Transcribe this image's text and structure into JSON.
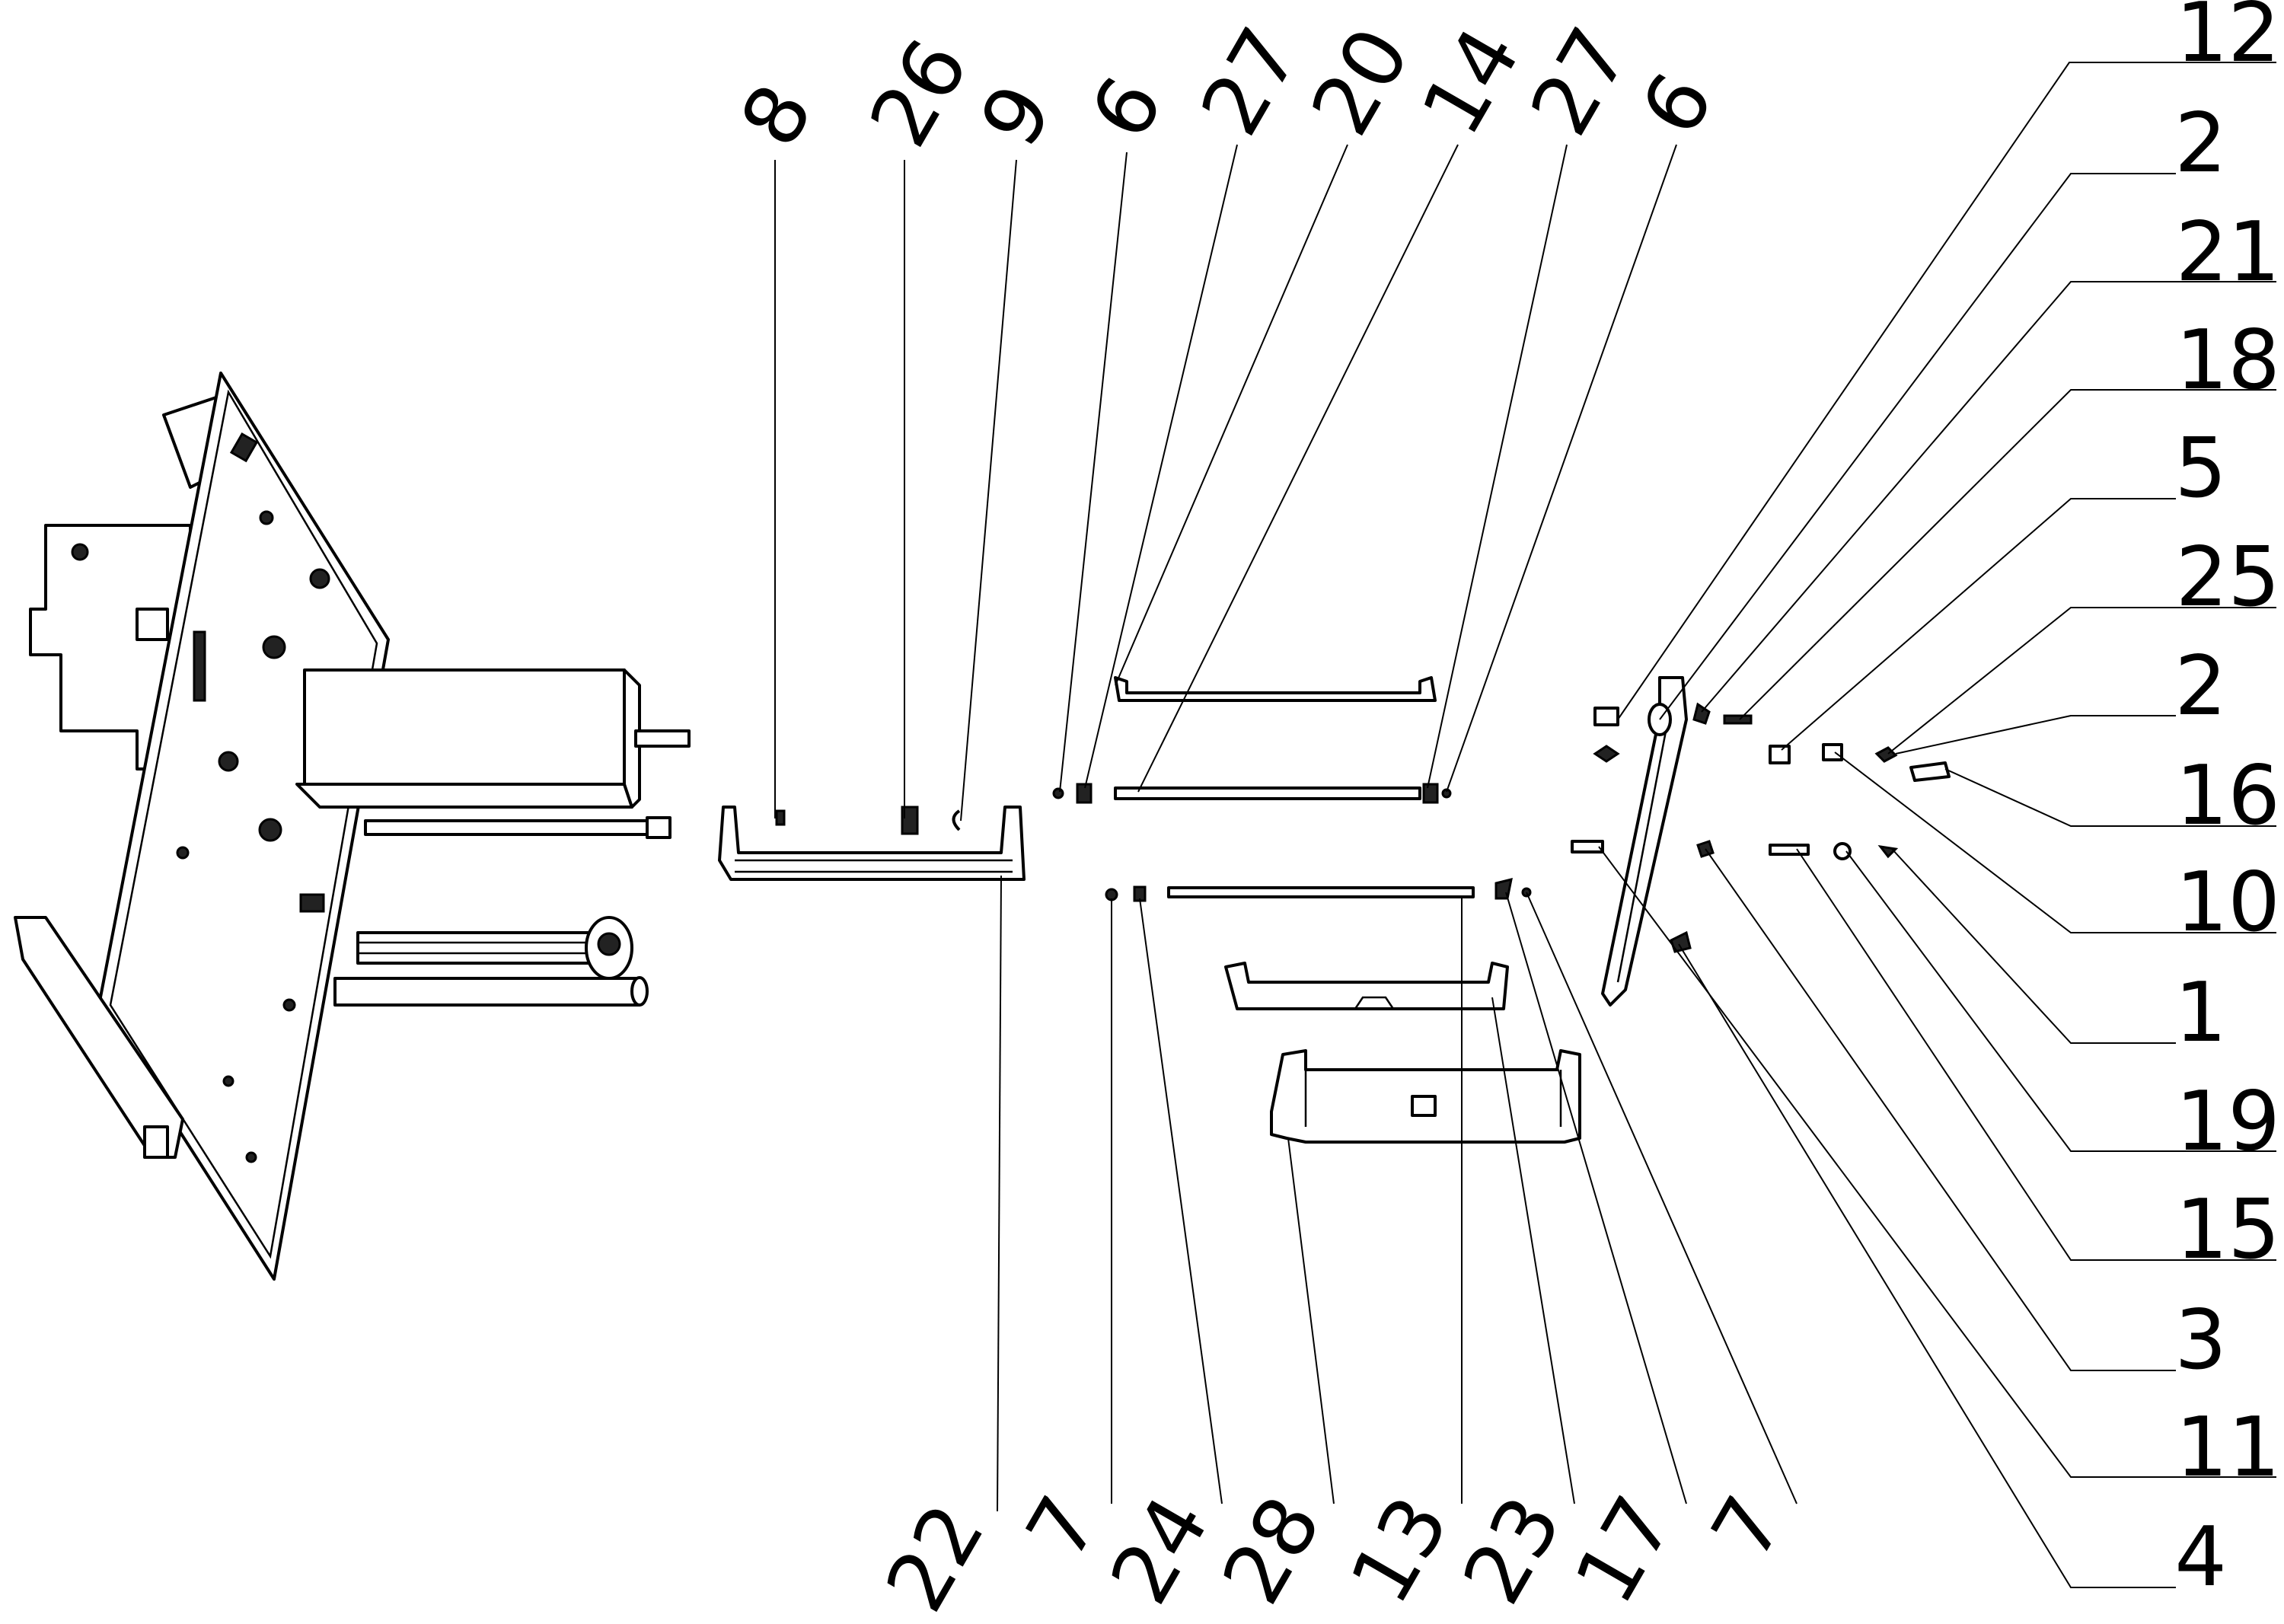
{
  "callouts": {
    "top": [
      "8",
      "26",
      "9",
      "6",
      "27",
      "20",
      "14",
      "27",
      "6"
    ],
    "right": [
      "12",
      "2",
      "21",
      "18",
      "5",
      "25",
      "2",
      "16",
      "10",
      "1",
      "19",
      "15",
      "3",
      "11",
      "4"
    ],
    "bottom": [
      "22",
      "7",
      "24",
      "28",
      "13",
      "23",
      "17",
      "7"
    ]
  },
  "colors": {
    "line": "#000000",
    "background": "#ffffff"
  }
}
